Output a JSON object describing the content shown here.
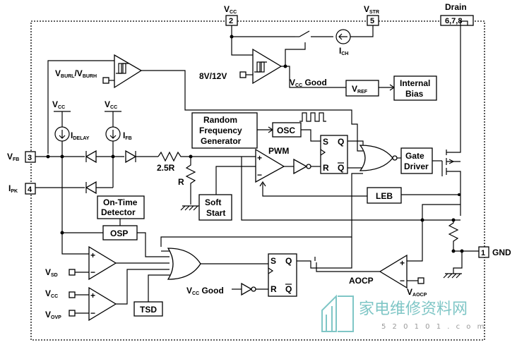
{
  "pins": {
    "vcc": {
      "number": "2",
      "label": "V",
      "label_sub": "CC"
    },
    "vstr": {
      "number": "5",
      "label": "V",
      "label_sub": "STR"
    },
    "drain": {
      "number": "6,7,8",
      "label": "Drain"
    },
    "vfb": {
      "number": "3",
      "label": "V",
      "label_sub": "FB"
    },
    "ipk": {
      "number": "4",
      "label": "I",
      "label_sub": "PK"
    },
    "gnd": {
      "number": "1",
      "label": "GND"
    }
  },
  "blocks": {
    "random_freq": [
      "Random",
      "Frequency",
      "Generator"
    ],
    "osc": "OSC",
    "internal_bias": [
      "Internal",
      "Bias"
    ],
    "vref": {
      "label": "V",
      "sub": "REF"
    },
    "gate_driver": [
      "Gate",
      "Driver"
    ],
    "leb": "LEB",
    "soft_start": [
      "Soft",
      "Start"
    ],
    "on_time_detector": [
      "On-Time",
      "Detector"
    ],
    "osp": "OSP",
    "tsd": "TSD"
  },
  "labels": {
    "vburl": {
      "a": "V",
      "a_sub": "BURL",
      "sep": "/V",
      "b_sub": "BURH"
    },
    "uvlo_ref": "8V/12V",
    "vcc_good_top": {
      "a": "V",
      "a_sub": "CC",
      "b": " Good"
    },
    "ich": {
      "a": "I",
      "a_sub": "CH"
    },
    "vcc_left1": {
      "a": "V",
      "a_sub": "CC"
    },
    "vcc_left2": {
      "a": "V",
      "a_sub": "CC"
    },
    "idelay": {
      "a": "I",
      "a_sub": "DELAY"
    },
    "ifb": {
      "a": "I",
      "a_sub": "FB"
    },
    "r25": "2.5R",
    "r": "R",
    "pwm": "PWM",
    "aocp": "AOCP",
    "vaocp": {
      "a": "V",
      "a_sub": "AOCP"
    },
    "vsd": {
      "a": "V",
      "a_sub": "SD"
    },
    "vcc_cmp": {
      "a": "V",
      "a_sub": "CC"
    },
    "vovp": {
      "a": "V",
      "a_sub": "OVP"
    },
    "vcc_good_bottom": {
      "a": "V",
      "a_sub": "CC",
      "b": " Good"
    },
    "sr1": {
      "s": "S",
      "r": "R",
      "q": "Q",
      "qb": "Q"
    },
    "sr2": {
      "s": "S",
      "r": "R",
      "q": "Q",
      "qb": "Q"
    },
    "plus": "+",
    "minus": "−"
  },
  "watermark": {
    "text": "家电维修资料网",
    "url": "5 2 0 1 0 1 . c o m"
  }
}
